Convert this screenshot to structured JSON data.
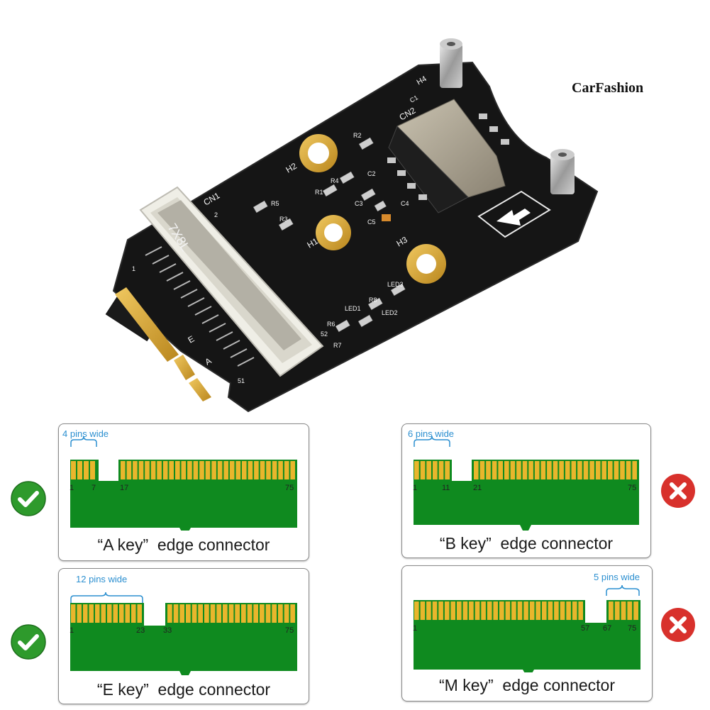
{
  "brand": "CarFashion",
  "board": {
    "labels": {
      "cn1": "CN1",
      "cn2": "CN2",
      "h1": "H1",
      "h2": "H2",
      "h3": "H3",
      "h4": "H4",
      "pin2": "2",
      "pin1": "1",
      "pin51": "51",
      "pin52": "52",
      "key_e": "E",
      "key_a": "A",
      "r1": "R1",
      "r2": "R2",
      "r3": "R3",
      "r4": "R4",
      "r5": "R5",
      "r6": "R6",
      "r7": "R7",
      "r8": "R8",
      "c1": "C1",
      "c2": "C2",
      "c3": "C3",
      "c4": "C4",
      "c5": "C5",
      "led1": "LED1",
      "led2": "LED2",
      "led3": "LED3",
      "socket_marking": "7X8L"
    }
  },
  "panels": [
    {
      "caption": "“A key”  edge connector",
      "width_label": "4 pins wide",
      "pin_labels": [
        "1",
        "7",
        "17",
        "75"
      ],
      "compatible": true
    },
    {
      "caption": "“B key”  edge connector",
      "width_label": "6 pins wide",
      "pin_labels": [
        "1",
        "11",
        "21",
        "75"
      ],
      "compatible": false
    },
    {
      "caption": "“E key”  edge connector",
      "width_label": "12 pins wide",
      "pin_labels": [
        "1",
        "23",
        "33",
        "75"
      ],
      "compatible": true
    },
    {
      "caption": "“M key”  edge connector",
      "width_label": "5 pins wide",
      "pin_labels": [
        "1",
        "57",
        "67",
        "75"
      ],
      "compatible": false
    }
  ],
  "colors": {
    "pcb": "#141414",
    "gold": "#d4a62a",
    "edge_green": "#0f8a1f",
    "pin_gold": "#e9b62c",
    "ok_green": "#2e9a2c",
    "bad_red": "#d8312c",
    "accent_blue": "#2b8fd0"
  },
  "icons": {
    "ok": "check-circle-icon",
    "bad": "x-circle-icon",
    "arrow": "arrow-left-icon"
  }
}
